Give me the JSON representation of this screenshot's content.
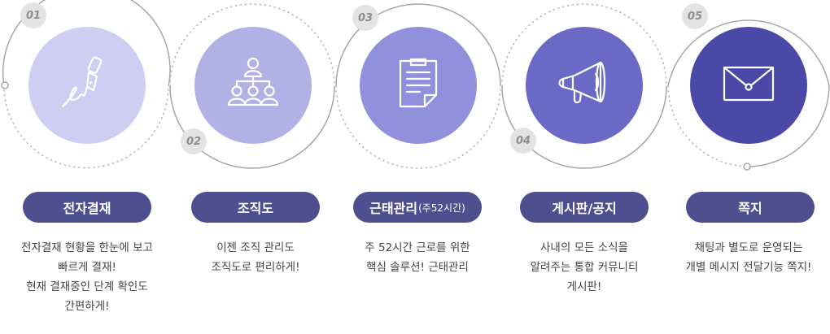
{
  "steps": [
    {
      "num": "01",
      "title": "전자결재",
      "sub": "",
      "icon": "pen-signature-icon",
      "color": "#cfcef2",
      "desc": [
        "전자결재 현황을 한눈에 보고",
        "빠르게 결재!",
        "현재 결재중인 단계 확인도",
        "간편하게!"
      ]
    },
    {
      "num": "02",
      "title": "조직도",
      "sub": "",
      "icon": "org-chart-icon",
      "color": "#b2b1e6",
      "desc": [
        "이젠 조직 관리도",
        "조직도로 편리하게!"
      ]
    },
    {
      "num": "03",
      "title": "근태관리",
      "sub": "(주52시간)",
      "icon": "clipboard-icon",
      "color": "#9090dc",
      "desc": [
        "주 52시간 근로를 위한",
        "핵심 솔루션! 근태관리"
      ]
    },
    {
      "num": "04",
      "title": "게시판/공지",
      "sub": "",
      "icon": "megaphone-icon",
      "color": "#6a69c6",
      "desc": [
        "사내의 모든 소식을",
        "알려주는 통합 커뮤니티",
        "게시판!"
      ]
    },
    {
      "num": "05",
      "title": "쪽지",
      "sub": "",
      "icon": "envelope-icon",
      "color": "#4a49a8",
      "desc": [
        "채팅과 별도로 운영되는",
        "개별 메시지 전달기능 쪽지!"
      ]
    }
  ],
  "colors": {
    "pill": "#4e4f8f",
    "line": "#a6a6a6",
    "dots": "#b5b5b5",
    "num_bg": "#e3e3e3",
    "num_text": "#8e8e8e"
  }
}
